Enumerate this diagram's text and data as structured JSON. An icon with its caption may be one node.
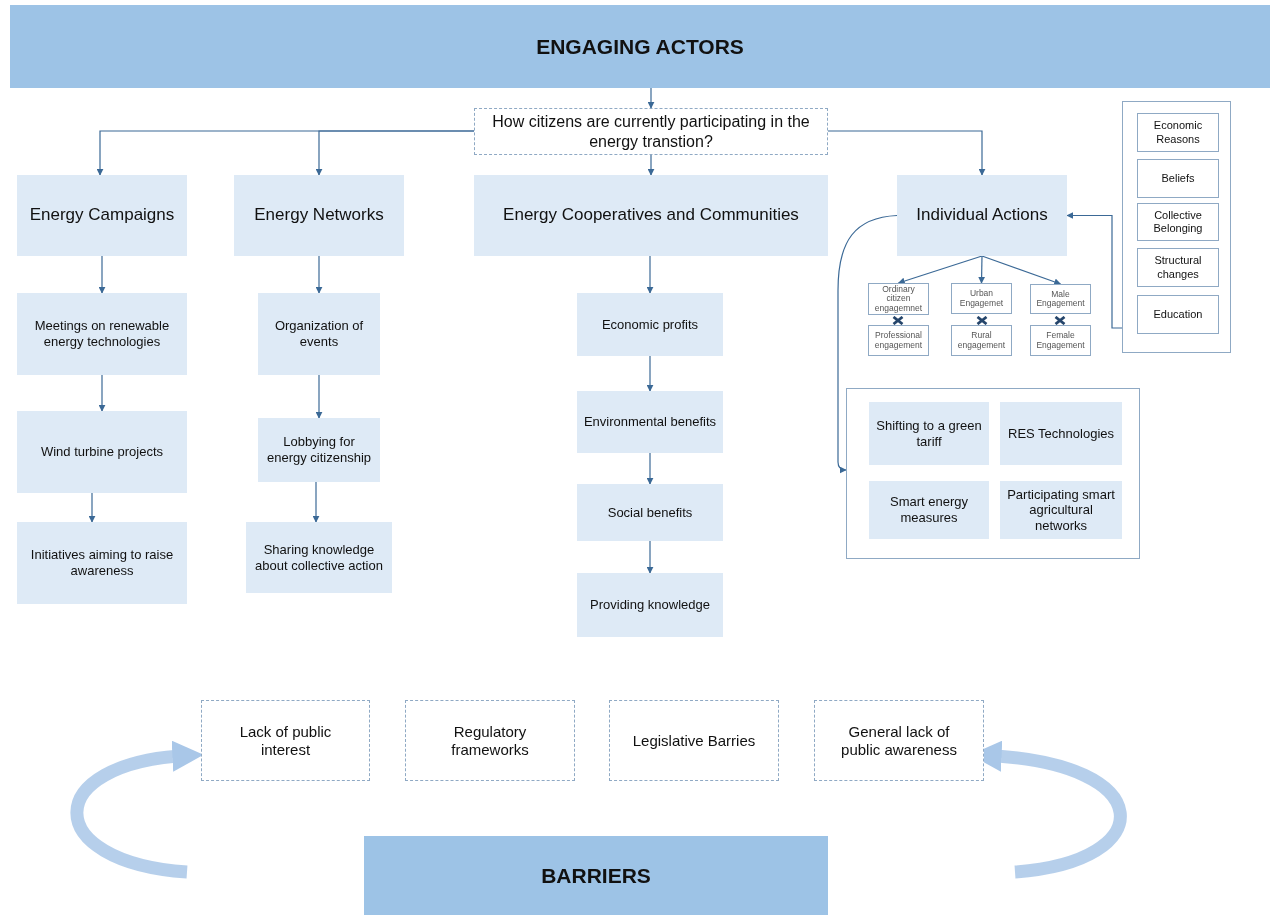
{
  "diagram": {
    "nodes": [
      {
        "text": [
          "ENGAGING ACTORS"
        ]
      },
      {
        "text": [
          "How citizens are currently participating in the energy transtion?"
        ]
      },
      {
        "text": [
          "Energy Campaigns"
        ]
      },
      {
        "text": [
          "Energy Networks"
        ]
      },
      {
        "text": [
          "Energy Cooperatives and Communities"
        ]
      },
      {
        "text": [
          "Individual Actions"
        ]
      },
      {
        "text": [
          "Meetings on renewable energy technologies"
        ]
      },
      {
        "text": [
          "Wind turbine projects"
        ]
      },
      {
        "text": [
          "Initiatives aiming to raise awareness"
        ]
      },
      {
        "text": [
          "Organization of events"
        ]
      },
      {
        "text": [
          "Lobbying for energy citizenship"
        ]
      },
      {
        "text": [
          "Sharing knowledge about collective action"
        ]
      },
      {
        "text": [
          "Economic profits"
        ]
      },
      {
        "text": [
          "Environmental benefits"
        ]
      },
      {
        "text": [
          "Social benefits"
        ]
      },
      {
        "text": [
          "Providing knowledge"
        ]
      },
      {
        "text": [
          "Ordinary citizen engagemnet"
        ]
      },
      {
        "text": [
          "Urban Engagemet"
        ]
      },
      {
        "text": [
          "Male Engagement"
        ]
      },
      {
        "text": [
          "Professional engagement"
        ]
      },
      {
        "text": [
          "Rural engagement"
        ]
      },
      {
        "text": [
          "Female Engagement"
        ]
      },
      {
        "text": [],
        "shape": "box"
      },
      {
        "text": [
          "Economic Reasons"
        ],
        "in": 22
      },
      {
        "text": [
          "Beliefs"
        ],
        "in": 22
      },
      {
        "text": [
          "Collective Belonging"
        ],
        "in": 22
      },
      {
        "text": [
          "Structural changes"
        ],
        "in": 22
      },
      {
        "text": [
          "Education"
        ],
        "in": 22
      },
      {
        "text": [],
        "shape": "box"
      },
      {
        "text": [
          "Shifting to a green tariff"
        ],
        "in": 28
      },
      {
        "text": [
          "RES Technologies"
        ],
        "in": 28
      },
      {
        "text": [
          "Smart energy measures"
        ],
        "in": 28
      },
      {
        "text": [
          "Participating smart agricultural networks"
        ],
        "in": 28
      },
      {
        "text": [
          "Lack of public interest"
        ]
      },
      {
        "text": [
          "Regulatory frameworks"
        ]
      },
      {
        "text": [
          "Legislative Barries"
        ]
      },
      {
        "text": [
          "General lack of public awareness"
        ]
      },
      {
        "text": [
          "BARRIERS"
        ]
      }
    ],
    "edges": [
      {
        "from": 0,
        "to": 1,
        "arrow": "to"
      },
      {
        "from": 1,
        "to": 2,
        "arrow": "to"
      },
      {
        "from": 1,
        "to": 3,
        "arrow": "to"
      },
      {
        "from": 1,
        "to": 4,
        "arrow": "to"
      },
      {
        "from": 1,
        "to": 5,
        "arrow": "to"
      },
      {
        "from": 2,
        "to": 6,
        "arrow": "to"
      },
      {
        "from": 6,
        "to": 7,
        "arrow": "to"
      },
      {
        "from": 7,
        "to": 8,
        "arrow": "to"
      },
      {
        "from": 3,
        "to": 9,
        "arrow": "to"
      },
      {
        "from": 9,
        "to": 10,
        "arrow": "to"
      },
      {
        "from": 10,
        "to": 11,
        "arrow": "to"
      },
      {
        "from": 4,
        "to": 12,
        "arrow": "to"
      },
      {
        "from": 12,
        "to": 13,
        "arrow": "to"
      },
      {
        "from": 13,
        "to": 14,
        "arrow": "to"
      },
      {
        "from": 14,
        "to": 15,
        "arrow": "to"
      },
      {
        "from": 5,
        "to": 16,
        "arrow": "to"
      },
      {
        "from": 5,
        "to": 17,
        "arrow": "to"
      },
      {
        "from": 5,
        "to": 18,
        "arrow": "to"
      },
      {
        "from": 22,
        "to": 5,
        "arrow": "to"
      },
      {
        "from": 5,
        "to": 28,
        "arrow": "to"
      },
      {
        "from": null,
        "to": 33,
        "arrow": "to",
        "style": "thick",
        "color": "#a9c7e8"
      },
      {
        "from": null,
        "to": 36,
        "arrow": "to",
        "style": "thick",
        "color": "#a9c7e8"
      }
    ]
  }
}
